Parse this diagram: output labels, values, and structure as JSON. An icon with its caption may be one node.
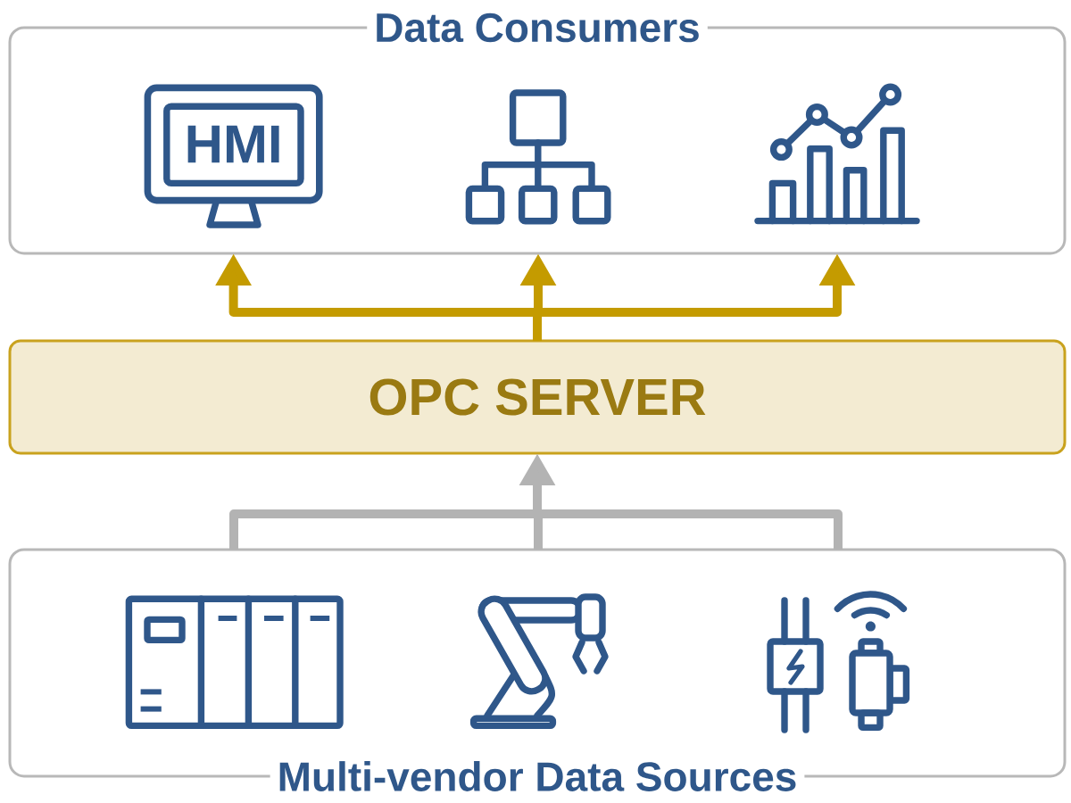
{
  "diagram": {
    "nodes": [
      {
        "text": [
          "Data Consumers"
        ]
      },
      {
        "text": [
          "HMI"
        ],
        "in": 0
      },
      {
        "text": [],
        "shape": "picture",
        "in": 0
      },
      {
        "text": [],
        "shape": "picture",
        "in": 0
      },
      {
        "text": [
          "OPC SERVER"
        ]
      },
      {
        "text": [
          "Multi-vendor Data Sources"
        ]
      },
      {
        "text": [],
        "shape": "picture",
        "in": 5
      },
      {
        "text": [],
        "shape": "picture",
        "in": 5
      },
      {
        "text": [],
        "shape": "picture",
        "in": 5
      }
    ],
    "edges": [
      {
        "from": 4,
        "to": 1,
        "arrow": "to",
        "color": "#c49b00"
      },
      {
        "from": 4,
        "to": 2,
        "arrow": "to",
        "color": "#c49b00"
      },
      {
        "from": 4,
        "to": 3,
        "arrow": "to",
        "color": "#c49b00"
      },
      {
        "from": 6,
        "to": 4,
        "arrow": "to",
        "color": "#b3b3b3"
      },
      {
        "from": 7,
        "to": 4,
        "arrow": "to",
        "color": "#b3b3b3"
      },
      {
        "from": 8,
        "to": 4,
        "arrow": "to",
        "color": "#b3b3b3"
      }
    ]
  }
}
